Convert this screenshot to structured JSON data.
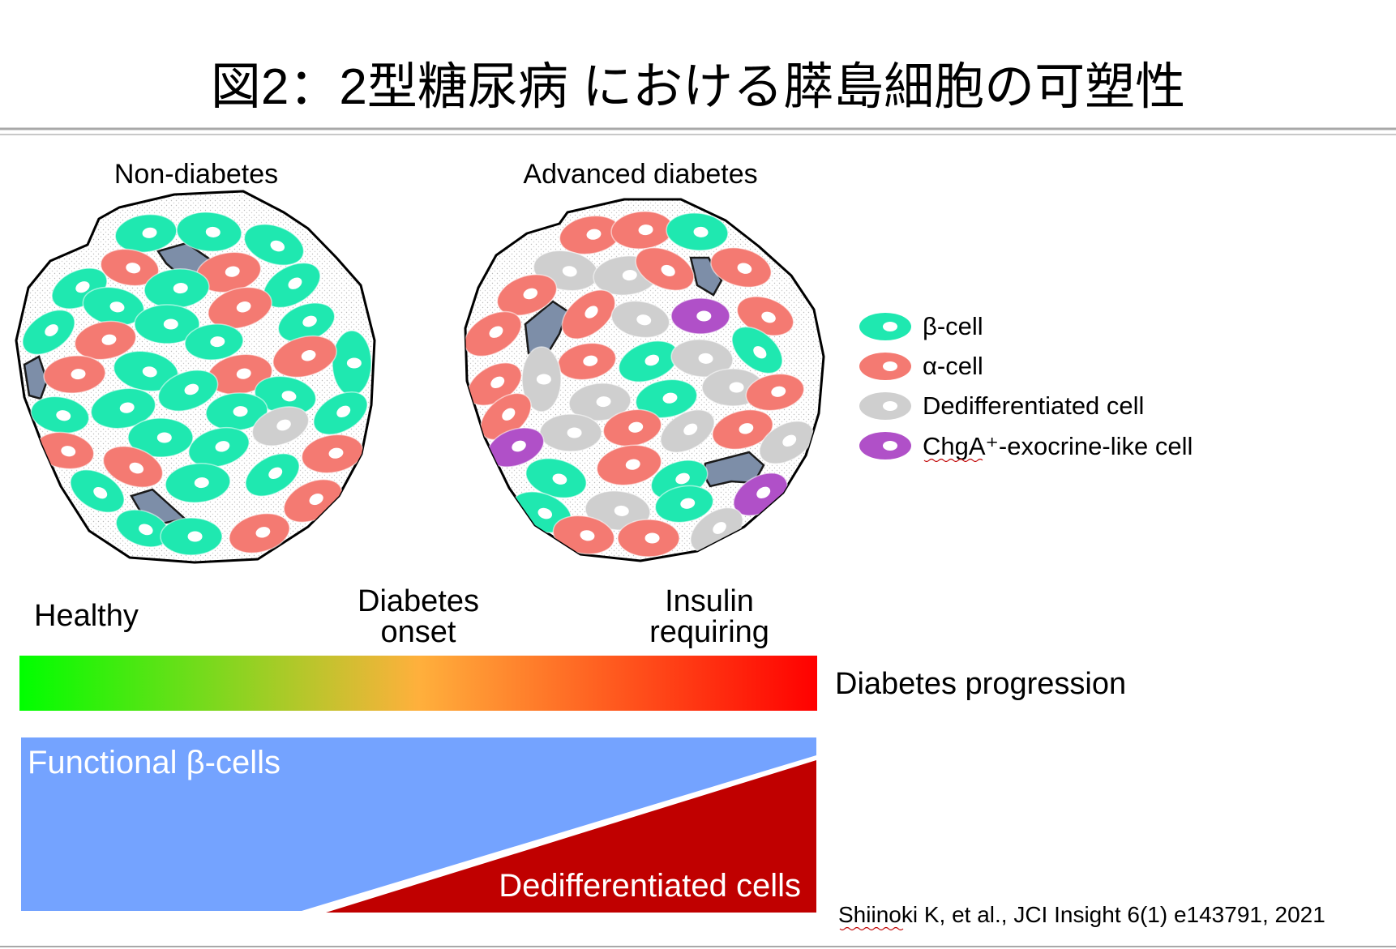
{
  "title": "図2：2型糖尿病 における膵島細胞の可塑性",
  "panels": {
    "left_label": "Non-diabetes",
    "right_label": "Advanced diabetes"
  },
  "legend": [
    {
      "label": "β-cell",
      "color": "#1fe8b0"
    },
    {
      "label": "α-cell",
      "color": "#f47a72"
    },
    {
      "label": "Dedifferentiated cell",
      "color": "#cfcfcf"
    },
    {
      "label": "ChgA⁺-exocrine-like cell",
      "color": "#b050c8"
    }
  ],
  "stages": {
    "healthy": "Healthy",
    "onset_line1": "Diabetes",
    "onset_line2": "onset",
    "insulin_line1": "Insulin",
    "insulin_line2": "requiring"
  },
  "progression_label": "Diabetes progression",
  "functional_label": "Functional β-cells",
  "dediff_label": "Dedifferentiated cells",
  "citation": "Shiinoki K, et al., JCI Insight 6(1) e143791, 2021",
  "colors": {
    "beta": "#1fe8b0",
    "alpha": "#f47a72",
    "dediff": "#cfcfcf",
    "exocrine": "#b050c8",
    "duct": "#7d8ea8",
    "functional_area": "#74a3ff",
    "dediff_area": "#c00000",
    "gradient": [
      "#00ff00",
      "#ffb03c",
      "#ff0000"
    ]
  }
}
